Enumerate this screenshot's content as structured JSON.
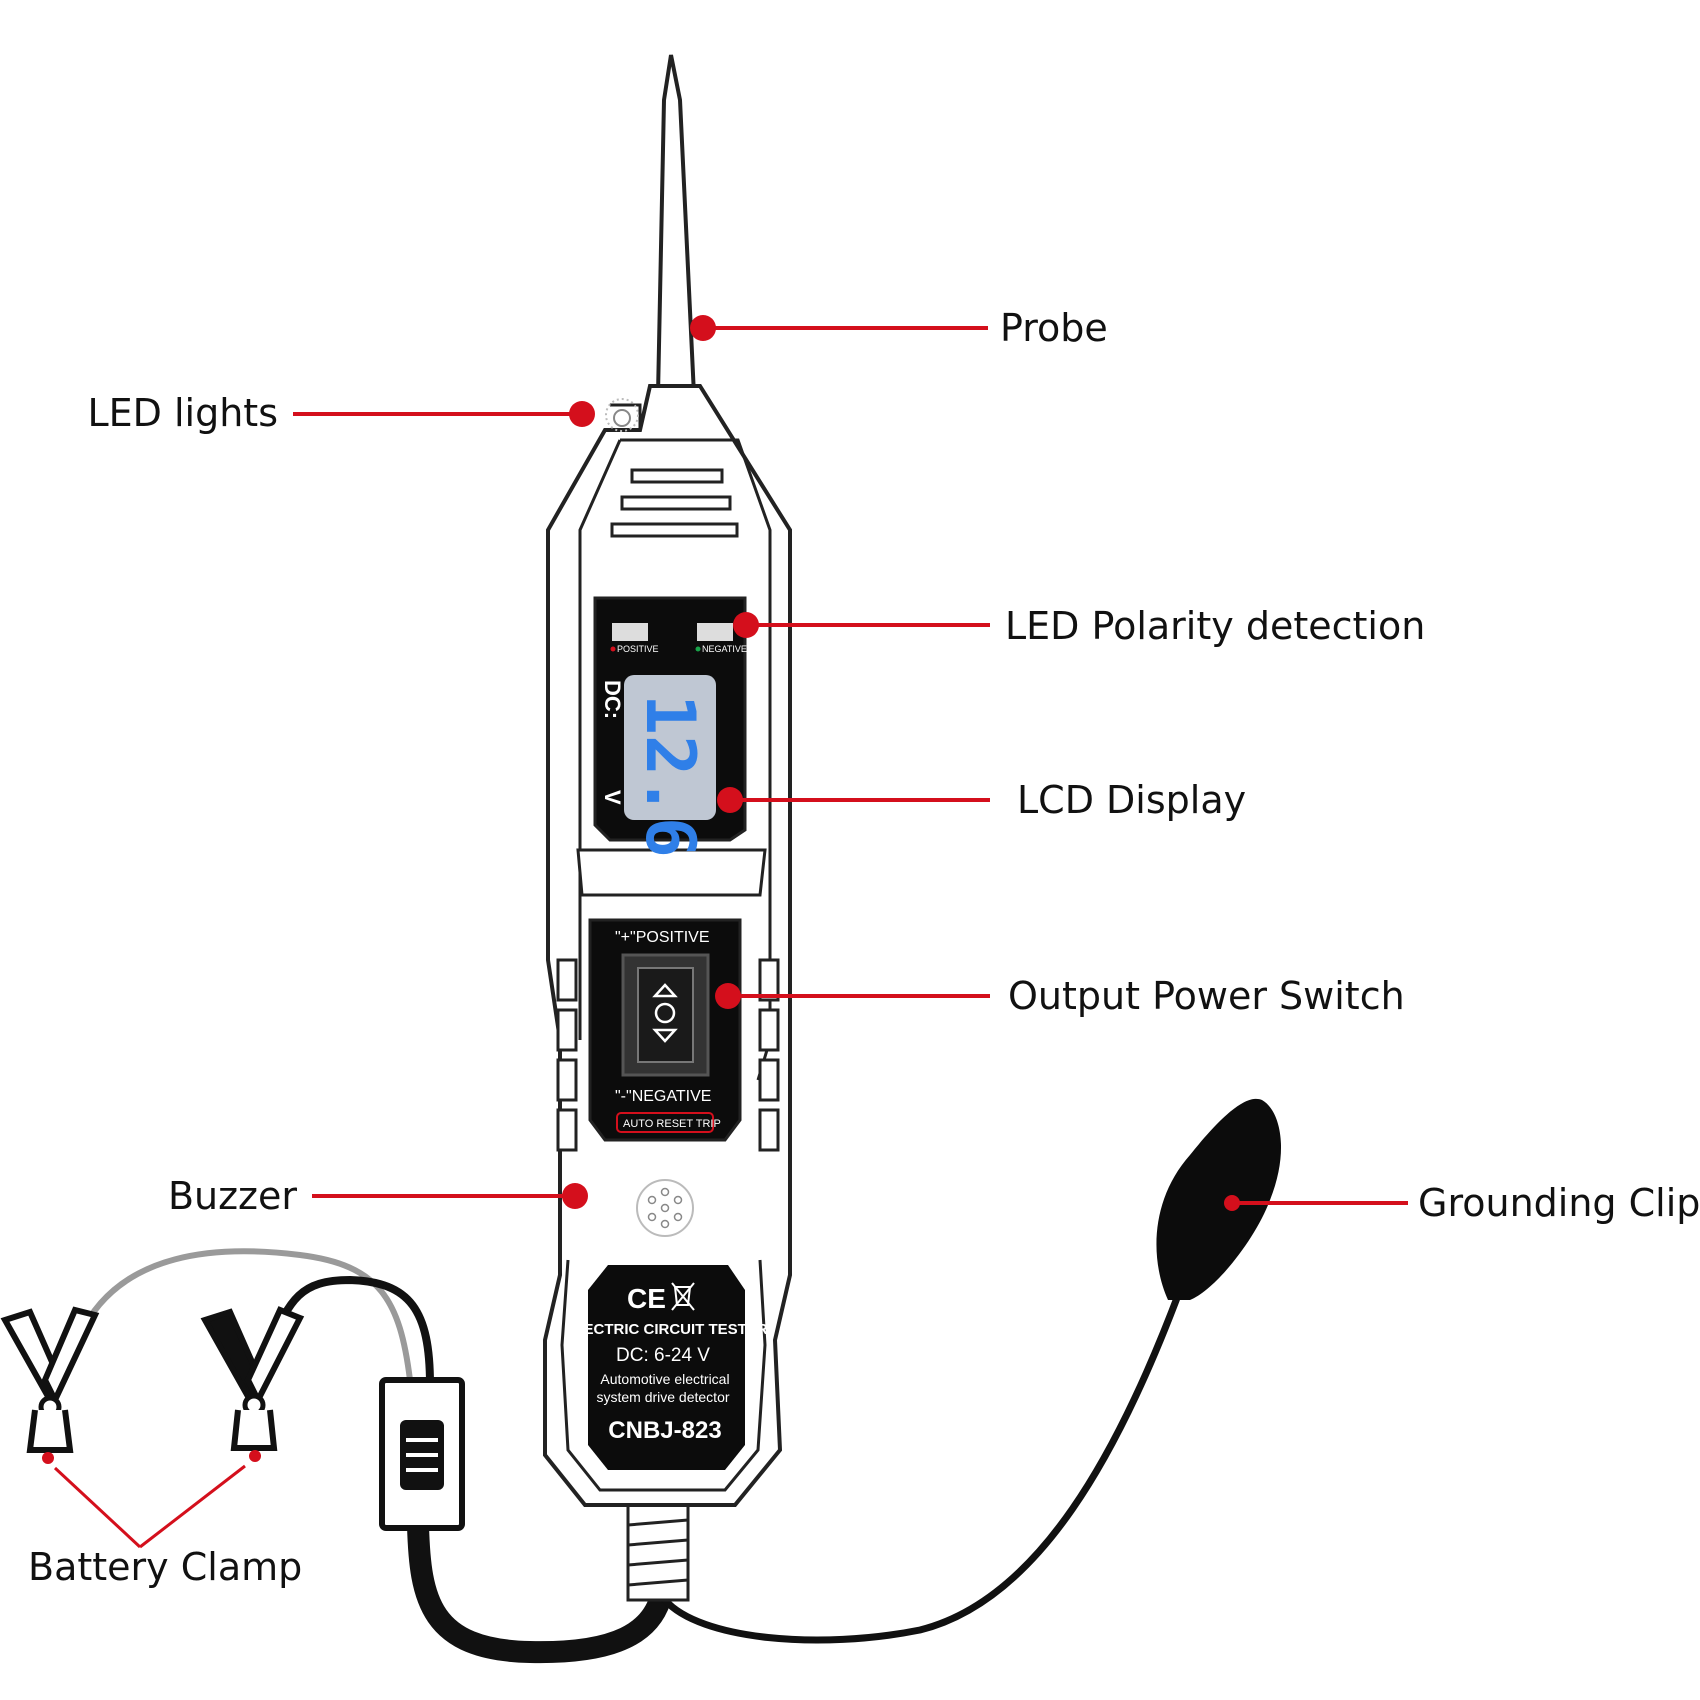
{
  "colors": {
    "callout_red": "#d40f1c",
    "outline": "#222222",
    "panel_black": "#0c0c0c",
    "lcd_screen": "#bfc7d3",
    "lcd_digits": "#2f7fe8",
    "cable_black": "#111111",
    "cable_grey": "#9a9a9a"
  },
  "callouts": {
    "probe": "Probe",
    "led_lights": "LED lights",
    "led_polarity": "LED Polarity detection",
    "lcd_display": "LCD Display",
    "output_switch": "Output Power Switch",
    "buzzer": "Buzzer",
    "grounding_clips": "Grounding Clips",
    "battery_clamp": "Battery Clamp"
  },
  "device": {
    "polarity_positive": "POSITIVE",
    "polarity_negative": "NEGATIVE",
    "dc_label": "DC:",
    "voltage_unit": "V",
    "reading": "12.6",
    "switch_positive": "\"+\"POSITIVE",
    "switch_negative": "\"-\"NEGATIVE",
    "auto_reset": "AUTO RESET TRIP",
    "ce_mark": "CE",
    "product_name": "ELECTRIC CIRCUIT TESTER",
    "dc_range": "DC: 6-24 V",
    "desc_line1": "Automotive electrical",
    "desc_line2": "system drive detector",
    "model": "CNBJ-823"
  },
  "icons": [
    "led-glow-icon",
    "up-arrow-icon",
    "circle-icon",
    "down-arrow-icon",
    "speaker-grille-icon",
    "weee-bin-icon"
  ]
}
